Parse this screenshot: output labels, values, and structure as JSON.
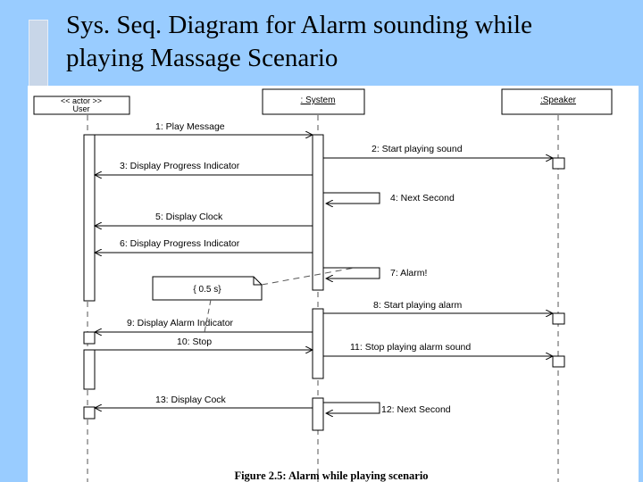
{
  "slide": {
    "title_line1": "Sys. Seq. Diagram for Alarm sounding while",
    "title_line2": "playing Massage Scenario"
  },
  "diagram": {
    "lifelines": [
      {
        "id": "user",
        "line1": "<< actor >>",
        "line2": "User"
      },
      {
        "id": "system",
        "line1": ": System",
        "line2": ""
      },
      {
        "id": "speaker",
        "line1": ":Speaker",
        "line2": ""
      }
    ],
    "messages": [
      {
        "label": "1: Play Message",
        "from": "user",
        "to": "system"
      },
      {
        "label": "2: Start playing sound",
        "from": "system",
        "to": "speaker"
      },
      {
        "label": "3: Display Progress Indicator",
        "from": "system",
        "to": "user"
      },
      {
        "label": "4:  Next Second",
        "from": "system",
        "to": "system"
      },
      {
        "label": "5: Display Clock",
        "from": "system",
        "to": "user"
      },
      {
        "label": "6: Display Progress Indicator",
        "from": "system",
        "to": "user"
      },
      {
        "label": "7: Alarm!",
        "from": "system",
        "to": "system"
      },
      {
        "label": "8: Start playing alarm",
        "from": "system",
        "to": "speaker"
      },
      {
        "label": "9: Display Alarm Indicator",
        "from": "system",
        "to": "user"
      },
      {
        "label": "10: Stop",
        "from": "user",
        "to": "system"
      },
      {
        "label": "11: Stop playing alarm sound",
        "from": "system",
        "to": "speaker"
      },
      {
        "label": "13: Display Cock",
        "from": "system",
        "to": "user"
      },
      {
        "label": "12: Next Second",
        "from": "system",
        "to": "system"
      }
    ],
    "note": "{ 0.5 s}",
    "caption": "Figure 2.5: Alarm while playing scenario"
  }
}
